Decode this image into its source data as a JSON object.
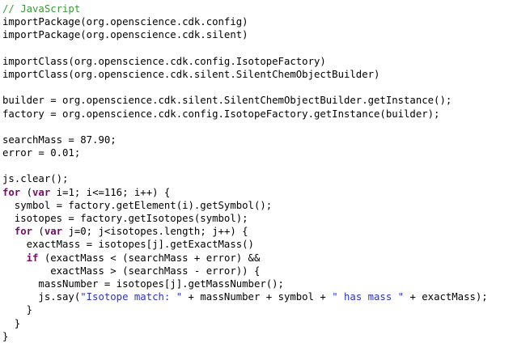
{
  "editor": {
    "language_comment": "// JavaScript",
    "colors": {
      "background": "#ffffff",
      "text": "#000000",
      "comment": "#3a9a3a",
      "keyword": "#7a0a6a",
      "string": "#2a32d0"
    },
    "lines": [
      [
        {
          "t": "// JavaScript",
          "k": "comment"
        }
      ],
      [
        {
          "t": "importPackage(org.openscience.cdk.config)",
          "k": "plain"
        }
      ],
      [
        {
          "t": "importPackage(org.openscience.cdk.silent)",
          "k": "plain"
        }
      ],
      [],
      [
        {
          "t": "importClass(org.openscience.cdk.config.IsotopeFactory)",
          "k": "plain"
        }
      ],
      [
        {
          "t": "importClass(org.openscience.cdk.silent.SilentChemObjectBuilder)",
          "k": "plain"
        }
      ],
      [],
      [
        {
          "t": "builder = org.openscience.cdk.silent.SilentChemObjectBuilder.getInstance();",
          "k": "plain"
        }
      ],
      [
        {
          "t": "factory = org.openscience.cdk.config.IsotopeFactory.getInstance(builder);",
          "k": "plain"
        }
      ],
      [],
      [
        {
          "t": "searchMass = 87.90;",
          "k": "plain"
        }
      ],
      [
        {
          "t": "error = 0.01;",
          "k": "plain"
        }
      ],
      [],
      [
        {
          "t": "js.clear();",
          "k": "plain"
        }
      ],
      [
        {
          "t": "for",
          "k": "keyword"
        },
        {
          "t": " (",
          "k": "plain"
        },
        {
          "t": "var",
          "k": "keyword"
        },
        {
          "t": " i=1; i<=116; i++) {",
          "k": "plain"
        }
      ],
      [
        {
          "t": "  symbol = factory.getElement(i).getSymbol();",
          "k": "plain"
        }
      ],
      [
        {
          "t": "  isotopes = factory.getIsotopes(symbol);",
          "k": "plain"
        }
      ],
      [
        {
          "t": "  ",
          "k": "plain"
        },
        {
          "t": "for",
          "k": "keyword"
        },
        {
          "t": " (",
          "k": "plain"
        },
        {
          "t": "var",
          "k": "keyword"
        },
        {
          "t": " j=0; j<isotopes.length; j++) {",
          "k": "plain"
        }
      ],
      [
        {
          "t": "    exactMass = isotopes[j].getExactMass()",
          "k": "plain"
        }
      ],
      [
        {
          "t": "    ",
          "k": "plain"
        },
        {
          "t": "if",
          "k": "keyword"
        },
        {
          "t": " (exactMass < (searchMass + error) &&",
          "k": "plain"
        }
      ],
      [
        {
          "t": "        exactMass > (searchMass - error)) {",
          "k": "plain"
        }
      ],
      [
        {
          "t": "      massNumber = isotopes[j].getMassNumber();",
          "k": "plain"
        }
      ],
      [
        {
          "t": "      js.say(",
          "k": "plain"
        },
        {
          "t": "\"Isotope match: \"",
          "k": "string"
        },
        {
          "t": " + massNumber + symbol + ",
          "k": "plain"
        },
        {
          "t": "\" has mass \"",
          "k": "string"
        },
        {
          "t": " + exactMass);",
          "k": "plain"
        }
      ],
      [
        {
          "t": "    }",
          "k": "plain"
        }
      ],
      [
        {
          "t": "  }",
          "k": "plain"
        }
      ],
      [
        {
          "t": "}",
          "k": "plain"
        }
      ]
    ]
  }
}
